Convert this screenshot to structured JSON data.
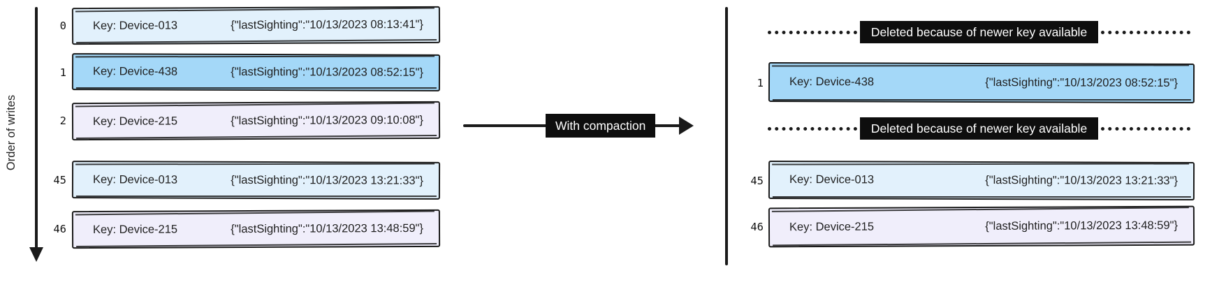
{
  "colors": {
    "ink": "#1a1a1a",
    "light_blue": "#e2f1fc",
    "blue": "#a4d8f8",
    "lavender": "#f0eefb",
    "banner_bg": "#0e0e0e",
    "banner_text": "#ffffff"
  },
  "axis": {
    "label": "Order of writes"
  },
  "compaction": {
    "label": "With compaction"
  },
  "left_log": {
    "records": [
      {
        "index": "0",
        "key": "Key: Device-013",
        "value": "{\"lastSighting\":\"10/13/2023 08:13:41\"}",
        "fill": "light_blue"
      },
      {
        "index": "1",
        "key": "Key: Device-438",
        "value": "{\"lastSighting\":\"10/13/2023 08:52:15\"}",
        "fill": "blue"
      },
      {
        "index": "2",
        "key": "Key: Device-215",
        "value": "{\"lastSighting\":\"10/13/2023 09:10:08\"}",
        "fill": "lavender"
      },
      {
        "index": "45",
        "key": "Key: Device-013",
        "value": "{\"lastSighting\":\"10/13/2023 13:21:33\"}",
        "fill": "light_blue"
      },
      {
        "index": "46",
        "key": "Key: Device-215",
        "value": "{\"lastSighting\":\"10/13/2023 13:48:59\"}",
        "fill": "lavender"
      }
    ]
  },
  "right_log": {
    "items": [
      {
        "type": "deleted",
        "label": "Deleted because of newer key available"
      },
      {
        "type": "record",
        "index": "1",
        "key": "Key: Device-438",
        "value": "{\"lastSighting\":\"10/13/2023 08:52:15\"}",
        "fill": "blue"
      },
      {
        "type": "deleted",
        "label": "Deleted because of newer key available"
      },
      {
        "type": "record",
        "index": "45",
        "key": "Key: Device-013",
        "value": "{\"lastSighting\":\"10/13/2023 13:21:33\"}",
        "fill": "light_blue"
      },
      {
        "type": "record",
        "index": "46",
        "key": "Key: Device-215",
        "value": "{\"lastSighting\":\"10/13/2023 13:48:59\"}",
        "fill": "lavender"
      }
    ]
  }
}
